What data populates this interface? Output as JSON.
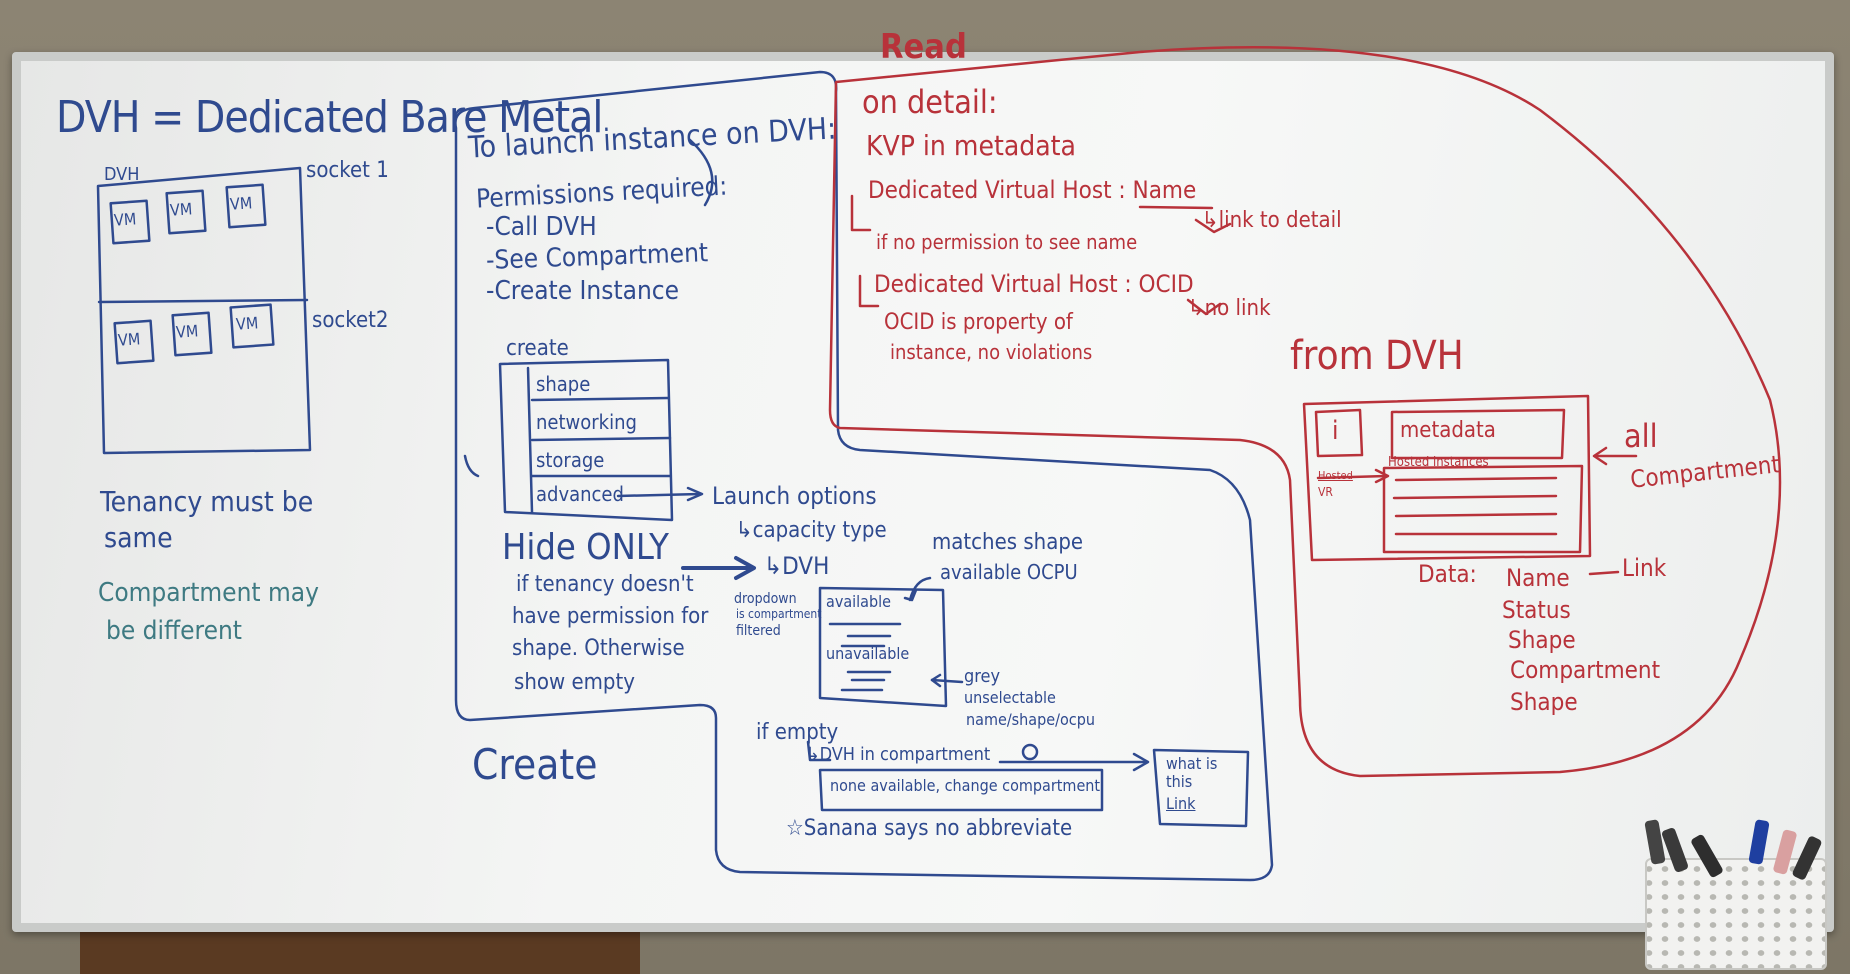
{
  "colors": {
    "blue_marker": "#2f4a8f",
    "red_marker": "#b8323a",
    "teal_marker": "#3e7a82"
  },
  "left": {
    "title": "DVH = Dedicated Bare Metal",
    "box_label": "DVH",
    "vm": "VM",
    "socket1": "socket 1",
    "socket2": "socket2",
    "tenancy_line1": "Tenancy must be",
    "tenancy_line2": "same",
    "compartment_line1": "Compartment may",
    "compartment_line2": "be different"
  },
  "launch": {
    "title": "To launch instance on DVH:",
    "permissions_title": "Permissions required:",
    "perm1": "-Call DVH",
    "perm2": "-See Compartment",
    "perm3": "-Create Instance",
    "create_label": "create",
    "menu": [
      "shape",
      "networking",
      "storage",
      "advanced"
    ],
    "launch_options": "Launch options",
    "capacity_type": "↳capacity type",
    "dvh_arrow": "↳DVH",
    "hide_only": "Hide ONLY",
    "hide1": "if tenancy doesn't",
    "hide2": "have permission for",
    "hide3": "shape. Otherwise",
    "hide4": "show empty",
    "dropdown1": "dropdown",
    "dropdown2": "is compartment",
    "dropdown3": "filtered",
    "available": "available",
    "unavailable": "unavailable",
    "matches1": "matches shape",
    "matches2": "available OCPU",
    "grey1": "grey",
    "grey2": "unselectable",
    "grey3": "name/shape/ocpu",
    "if_empty": "if empty",
    "dvh_in_comp": "↳DVH in compartment",
    "none_available": "none available, change compartment",
    "what_is1": "what is",
    "what_is2": "this",
    "what_is3": "Link",
    "abbrev": "☆Sanana says no abbreviate",
    "create_big": "Create"
  },
  "read": {
    "title": "Read",
    "on_detail": "on detail:",
    "kvp": "KVP in metadata",
    "dvh_name": "Dedicated Virtual Host : Name",
    "link_detail": "↳link to detail",
    "no_perm": "if no permission to see name",
    "dvh_ocid": "Dedicated Virtual Host : OCID",
    "no_link": "↳no link",
    "ocid1": "OCID is property of",
    "ocid2": "instance, no violations",
    "from_dvh": "from DVH",
    "i": "i",
    "metadata": "metadata",
    "hosted_vr1": "Hosted",
    "hosted_vr2": "VR",
    "hosted_instances": "Hosted instances",
    "all": "all",
    "compartment": "Compartment",
    "data_label": "Data:",
    "fields": [
      "Name",
      "Status",
      "Shape",
      "Compartment",
      "Shape"
    ],
    "link": "Link"
  }
}
